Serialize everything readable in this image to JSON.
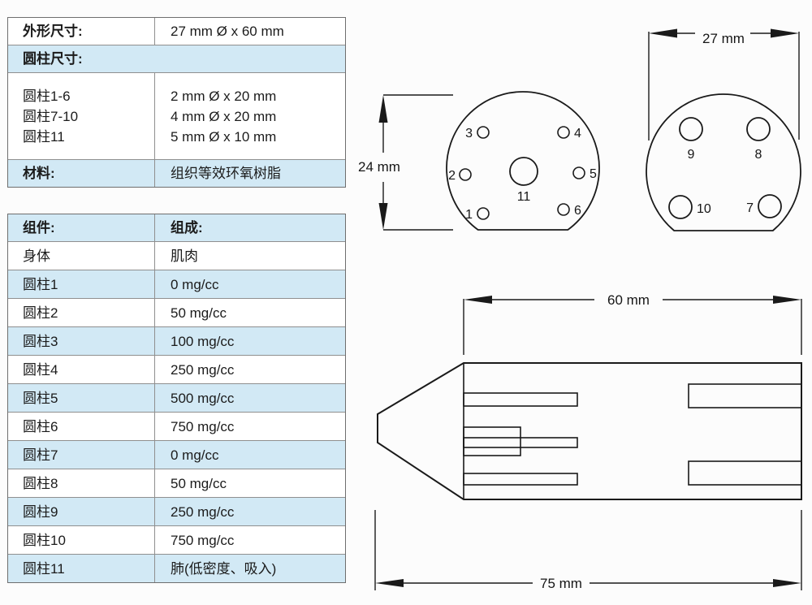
{
  "size_table": {
    "row1_label": "外形尺寸:",
    "row1_value": "27 mm Ø x 60 mm",
    "row2_label": "圆柱尺寸:",
    "row3_labels": [
      "圆柱1-6",
      "圆柱7-10",
      "圆柱11"
    ],
    "row3_values": [
      "2 mm Ø x 20 mm",
      "4 mm Ø x 20 mm",
      "5 mm Ø x 10 mm"
    ],
    "row4_label": "材料:",
    "row4_value": "组织等效环氧树脂"
  },
  "components_table": {
    "header_col1": "组件:",
    "header_col2": "组成:",
    "rows": [
      {
        "component": "身体",
        "composition": "肌肉"
      },
      {
        "component": "圆柱1",
        "composition": "0 mg/cc"
      },
      {
        "component": "圆柱2",
        "composition": "50 mg/cc"
      },
      {
        "component": "圆柱3",
        "composition": "100 mg/cc"
      },
      {
        "component": "圆柱4",
        "composition": "250 mg/cc"
      },
      {
        "component": "圆柱5",
        "composition": "500 mg/cc"
      },
      {
        "component": "圆柱6",
        "composition": "750 mg/cc"
      },
      {
        "component": "圆柱7",
        "composition": "0 mg/cc"
      },
      {
        "component": "圆柱8",
        "composition": "50 mg/cc"
      },
      {
        "component": "圆柱9",
        "composition": "250 mg/cc"
      },
      {
        "component": "圆柱10",
        "composition": "750 mg/cc"
      },
      {
        "component": "圆柱11",
        "composition": "肺(低密度、吸入)"
      }
    ]
  },
  "diagrams": {
    "front_view_small_holes": {
      "hole1": "1",
      "hole2": "2",
      "hole3": "3",
      "hole4": "4",
      "hole5": "5",
      "hole6": "6",
      "center_hole": "11",
      "height_dim": "24 mm"
    },
    "front_view_large_holes": {
      "hole7": "7",
      "hole8": "8",
      "hole9": "9",
      "hole10": "10",
      "diameter_dim": "27 mm"
    },
    "side_view": {
      "body_length_dim": "60 mm",
      "total_length_dim": "75 mm"
    }
  },
  "colors": {
    "table_accent_bg": "#d2e9f5",
    "table_border": "#8f8f8f",
    "table_outer_border": "#6e6e6e",
    "line_color": "#1a1a1a",
    "text_color": "#1b1b1b"
  }
}
